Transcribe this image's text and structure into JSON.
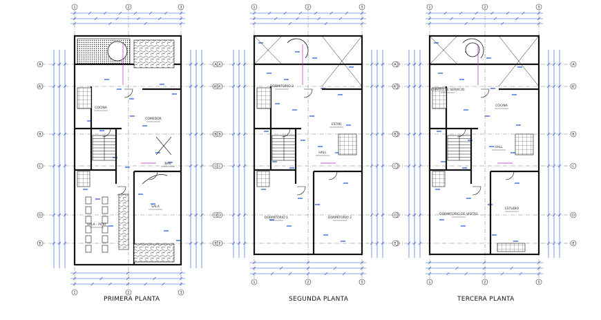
{
  "drawing": {
    "colors": {
      "wall": "#111111",
      "dimension": "#1a4fd6",
      "accent": "#c020c0",
      "grid_bubble": "#333333",
      "hatch": "#444444"
    },
    "grid_columns": [
      "1",
      "2",
      "3"
    ],
    "grid_rows": [
      "A",
      "A'",
      "B",
      "C",
      "D",
      "E"
    ],
    "plans": [
      {
        "title": "PRIMERA PLANTA",
        "rooms": [
          "COMEDOR",
          "BAR",
          "SALA",
          "COCINA",
          "SALA - PORT"
        ]
      },
      {
        "title": "SEGUNDA PLANTA",
        "rooms": [
          "DORMITORIO 3",
          "ESTAR",
          "HALL",
          "DORMITORIO 1",
          "DORMITORIO 2"
        ]
      },
      {
        "title": "TERCERA PLANTA",
        "rooms": [
          "CUARTO DE SERVICIO",
          "COCINA",
          "HALL",
          "DORMITORIO DE VISITAS",
          "ESTUDIO"
        ]
      }
    ]
  }
}
